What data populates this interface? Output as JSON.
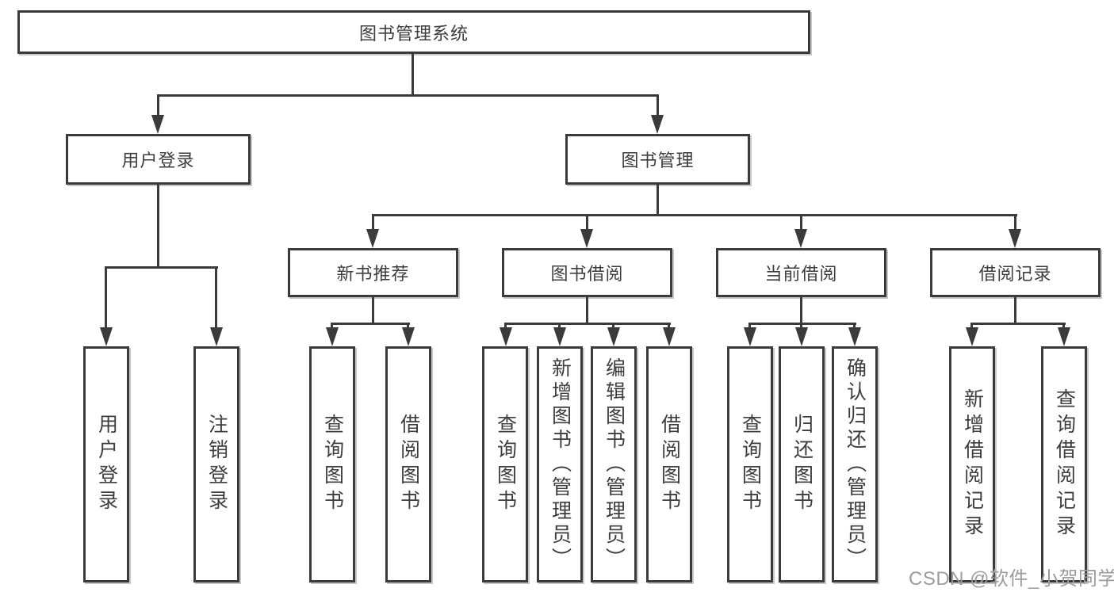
{
  "colors": {
    "line": "#3b3b3b",
    "text": "#3d3d3d",
    "watermark": "#9c9c9c",
    "background": "#ffffff"
  },
  "watermark": {
    "text": "CSDN @软件_小贺同学"
  },
  "nodes": {
    "root": "图书管理系统",
    "branches": [
      {
        "label": "用户登录",
        "children": [
          "用户登录",
          "注销登录"
        ]
      },
      {
        "label": "图书管理",
        "groups": [
          {
            "label": "新书推荐",
            "children": [
              "查询图书",
              "借阅图书"
            ]
          },
          {
            "label": "图书借阅",
            "children": [
              "查询图书",
              "新增图书（管理员）",
              "编辑图书（管理员）",
              "借阅图书"
            ]
          },
          {
            "label": "当前借阅",
            "children": [
              "查询图书",
              "归还图书",
              "确认归还（管理员）"
            ]
          },
          {
            "label": "借阅记录",
            "children": [
              "新增借阅记录",
              "查询借阅记录"
            ]
          }
        ]
      }
    ]
  }
}
